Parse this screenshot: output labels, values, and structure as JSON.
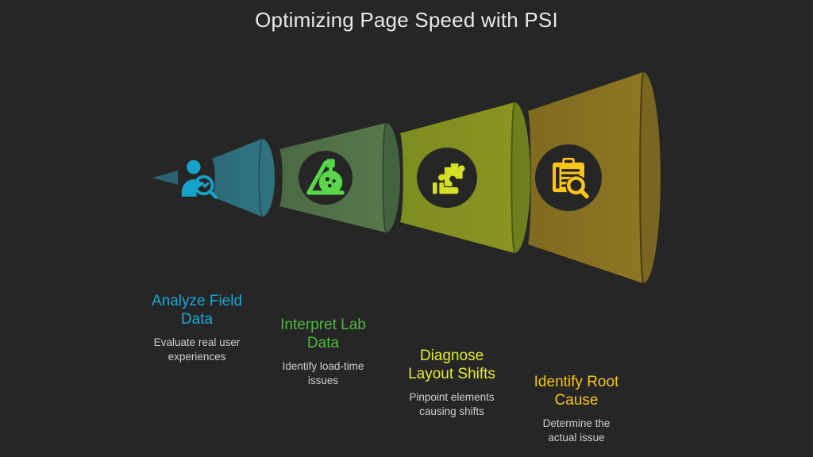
{
  "slide": {
    "title": "Optimizing Page Speed with PSI",
    "background_color": "#262626",
    "title_color": "#e8e8e8"
  },
  "funnel": {
    "orientation": "horizontal-expanding-right",
    "segment_count": 4,
    "tip": {
      "name": "funnel-tip",
      "color": "#2c6372"
    },
    "segments": [
      {
        "index": 1,
        "icon": "user-analytics-search-icon",
        "body_color": "#2a6b77",
        "cap_color": "#31707c",
        "icon_color": "#17a2c9",
        "icon_badge_color": "#262626"
      },
      {
        "index": 2,
        "icon": "lab-flask-icon",
        "body_color": "#4d7049",
        "cap_color": "#44663f",
        "icon_color": "#5ad64a",
        "icon_badge_color": "#262626"
      },
      {
        "index": 3,
        "icon": "puzzle-layout-shift-icon",
        "body_color": "#80901f",
        "cap_color": "#6f801d",
        "icon_color": "#d4e028",
        "icon_badge_color": "#262626"
      },
      {
        "index": 4,
        "icon": "clipboard-search-icon",
        "body_color": "#86711f",
        "cap_color": "#7a6620",
        "icon_color": "#ffc61a",
        "icon_badge_color": "#262626"
      }
    ]
  },
  "stages": [
    {
      "title": "Analyze Field\nData",
      "description": "Evaluate real user\nexperiences",
      "color": "#17a9d6"
    },
    {
      "title": "Interpret Lab\nData",
      "description": "Identify load-time\nissues",
      "color": "#4fba3c"
    },
    {
      "title": "Diagnose\nLayout Shifts",
      "description": "Pinpoint elements\ncausing shifts",
      "color": "#e3f028"
    },
    {
      "title": "Identify Root\nCause",
      "description": "Determine the\nactual issue",
      "color": "#f5c518"
    }
  ]
}
